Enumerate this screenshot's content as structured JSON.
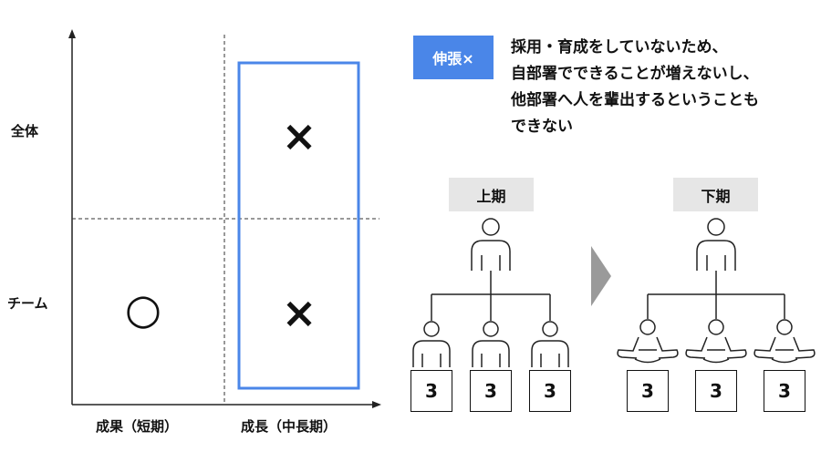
{
  "matrix": {
    "y_labels": {
      "top": "全体",
      "bottom": "チーム"
    },
    "x_labels": {
      "left": "成果（短期）",
      "right": "成長（中長期）"
    },
    "marks": {
      "bottom_left": "○",
      "top_right": "×",
      "bottom_right": "×"
    }
  },
  "callout": {
    "tag": "伸張×",
    "lines": [
      "採用・育成をしていないため、",
      "自部署でできることが増えないし、",
      "他部署へ人を輩出するということも",
      "できない"
    ]
  },
  "org": {
    "first_half": {
      "label": "上期",
      "values": [
        "3",
        "3",
        "3"
      ]
    },
    "second_half": {
      "label": "下期",
      "values": [
        "3",
        "3",
        "3"
      ]
    }
  },
  "colors": {
    "accent": "#4a86e8",
    "arrow": "#9a9a9a",
    "label_bg": "#e6e6e6"
  }
}
